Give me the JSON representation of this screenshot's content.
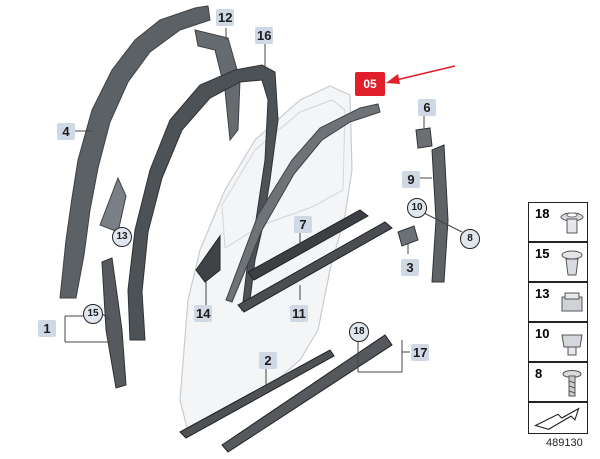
{
  "diagram": {
    "id_number": "489130",
    "highlight_label": "05",
    "callouts": {
      "c1": "1",
      "c2": "2",
      "c3": "3",
      "c4": "4",
      "c6": "6",
      "c7": "7",
      "c9": "9",
      "c11": "11",
      "c12": "12",
      "c14": "14",
      "c16": "16",
      "c17": "17"
    },
    "circled": {
      "c8": "8",
      "c10": "10",
      "c13": "13",
      "c15": "15",
      "c18": "18"
    },
    "legend": [
      {
        "num": "18",
        "part": "push-rivet"
      },
      {
        "num": "15",
        "part": "clip"
      },
      {
        "num": "13",
        "part": "clip-nut"
      },
      {
        "num": "10",
        "part": "clip-retainer"
      },
      {
        "num": "8",
        "part": "screw"
      }
    ],
    "colors": {
      "highlight": "#e01f2a",
      "callout_bg": "#cfd9e6",
      "arrow": "#e01f2a"
    }
  }
}
